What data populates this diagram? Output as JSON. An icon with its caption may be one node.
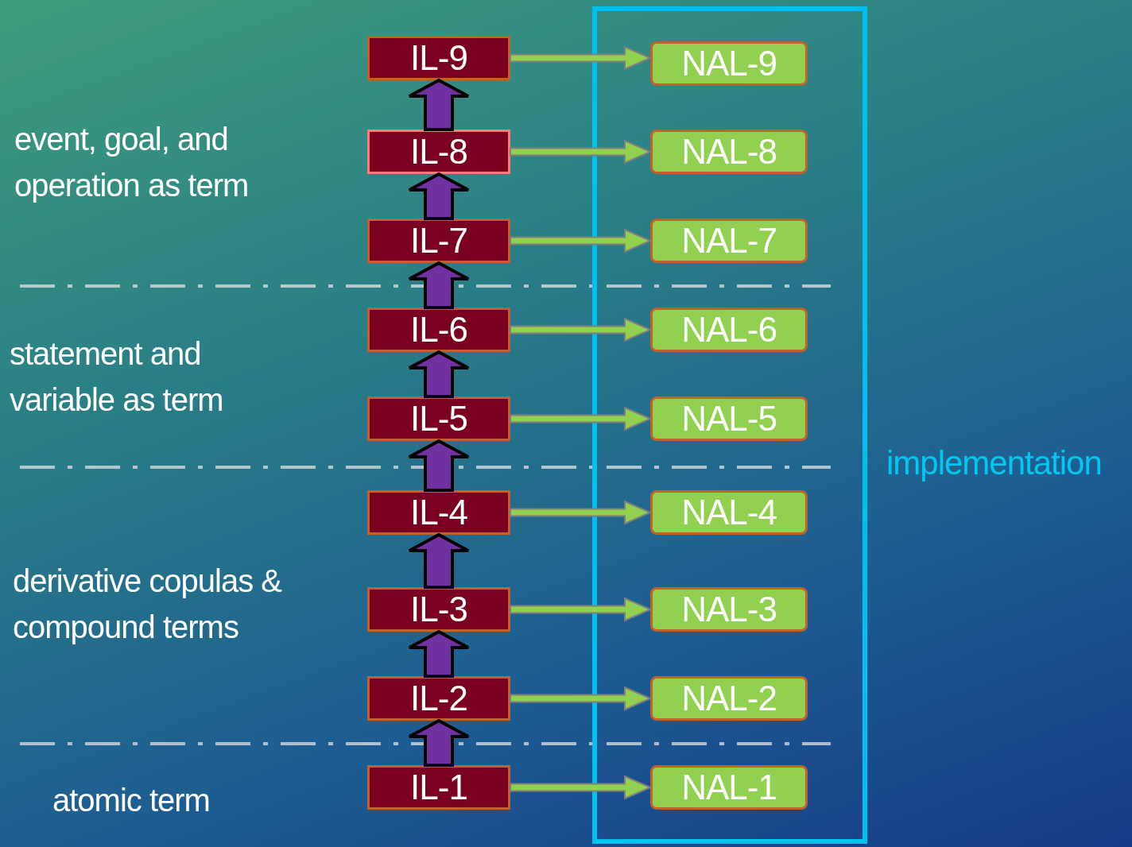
{
  "diagram": {
    "nodes": [
      {
        "text": [
          "implementation"
        ]
      },
      {
        "text": [
          "IL-1"
        ]
      },
      {
        "text": [
          "IL-2"
        ]
      },
      {
        "text": [
          "IL-3"
        ]
      },
      {
        "text": [
          "IL-4"
        ]
      },
      {
        "text": [
          "IL-5"
        ]
      },
      {
        "text": [
          "IL-6"
        ]
      },
      {
        "text": [
          "IL-7"
        ]
      },
      {
        "text": [
          "IL-8"
        ]
      },
      {
        "text": [
          "IL-9"
        ]
      },
      {
        "text": [
          "NAL-1"
        ],
        "in": 0
      },
      {
        "text": [
          "NAL-2"
        ],
        "in": 0
      },
      {
        "text": [
          "NAL-3"
        ],
        "in": 0
      },
      {
        "text": [
          "NAL-4"
        ],
        "in": 0
      },
      {
        "text": [
          "NAL-5"
        ],
        "in": 0
      },
      {
        "text": [
          "NAL-6"
        ],
        "in": 0
      },
      {
        "text": [
          "NAL-7"
        ],
        "in": 0
      },
      {
        "text": [
          "NAL-8"
        ],
        "in": 0
      },
      {
        "text": [
          "NAL-9"
        ],
        "in": 0
      }
    ],
    "edges": [
      {
        "from": 1,
        "to": 2,
        "arrow": "to",
        "style": "thick",
        "color": "#7030a0"
      },
      {
        "from": 2,
        "to": 3,
        "arrow": "to",
        "style": "thick",
        "color": "#7030a0"
      },
      {
        "from": 3,
        "to": 4,
        "arrow": "to",
        "style": "thick",
        "color": "#7030a0"
      },
      {
        "from": 4,
        "to": 5,
        "arrow": "to",
        "style": "thick",
        "color": "#7030a0"
      },
      {
        "from": 5,
        "to": 6,
        "arrow": "to",
        "style": "thick",
        "color": "#7030a0"
      },
      {
        "from": 6,
        "to": 7,
        "arrow": "to",
        "style": "thick",
        "color": "#7030a0"
      },
      {
        "from": 7,
        "to": 8,
        "arrow": "to",
        "style": "thick",
        "color": "#7030a0"
      },
      {
        "from": 8,
        "to": 9,
        "arrow": "to",
        "style": "thick",
        "color": "#7030a0"
      },
      {
        "from": 1,
        "to": 10,
        "arrow": "to"
      },
      {
        "from": 2,
        "to": 11,
        "arrow": "to"
      },
      {
        "from": 3,
        "to": 12,
        "arrow": "to"
      },
      {
        "from": 4,
        "to": 13,
        "arrow": "to"
      },
      {
        "from": 5,
        "to": 14,
        "arrow": "to"
      },
      {
        "from": 6,
        "to": 15,
        "arrow": "to"
      },
      {
        "from": 7,
        "to": 16,
        "arrow": "to"
      },
      {
        "from": 8,
        "to": 17,
        "arrow": "to"
      },
      {
        "from": 9,
        "to": 18,
        "arrow": "to"
      }
    ],
    "labels": [
      "event, goal, and operation as term",
      "statement and variable as term",
      "derivative copulas & compound terms",
      "atomic term"
    ]
  }
}
